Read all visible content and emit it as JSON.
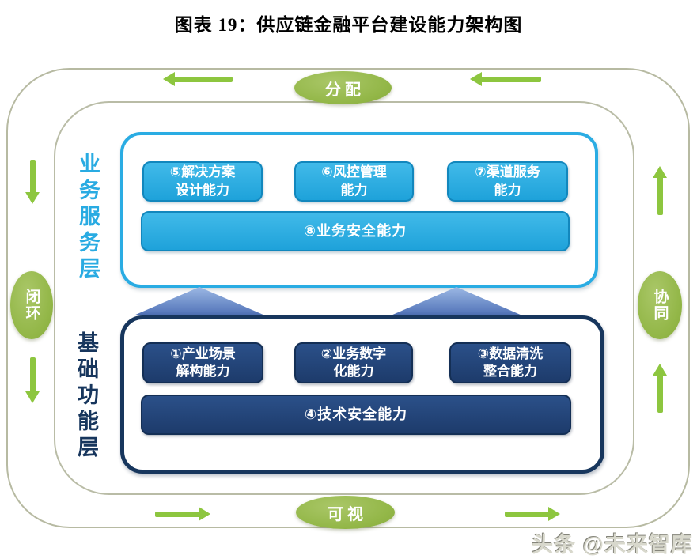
{
  "title": "图表 19：供应链金融平台建设能力架构图",
  "cycle": {
    "top": "分配",
    "left": "闭环",
    "right": "协同",
    "bottom": "可视"
  },
  "service_layer": {
    "label": "业务服务层",
    "boxes": [
      {
        "lines": [
          "⑤解决方案",
          "设计能力"
        ]
      },
      {
        "lines": [
          "⑥风控管理",
          "能力"
        ]
      },
      {
        "lines": [
          "⑦渠道服务",
          "能力"
        ]
      }
    ],
    "bar": "⑧业务安全能力"
  },
  "foundation_layer": {
    "label": "基础功能层",
    "boxes": [
      {
        "lines": [
          "①产业场景",
          "解构能力"
        ]
      },
      {
        "lines": [
          "②业务数字",
          "化能力"
        ]
      },
      {
        "lines": [
          "③数据清洗",
          "整合能力"
        ]
      }
    ],
    "bar": "④技术安全能力"
  },
  "watermark": "头条 @未来智库",
  "colors": {
    "cyan_accent": "#29abe2",
    "navy_accent": "#17365d",
    "navy_box": "#1f4070",
    "green_arrow": "#8dc63f",
    "green_node": "#93b748",
    "frame_olive": "#b7baa2",
    "triangle_blue": "#5b7cbe"
  }
}
